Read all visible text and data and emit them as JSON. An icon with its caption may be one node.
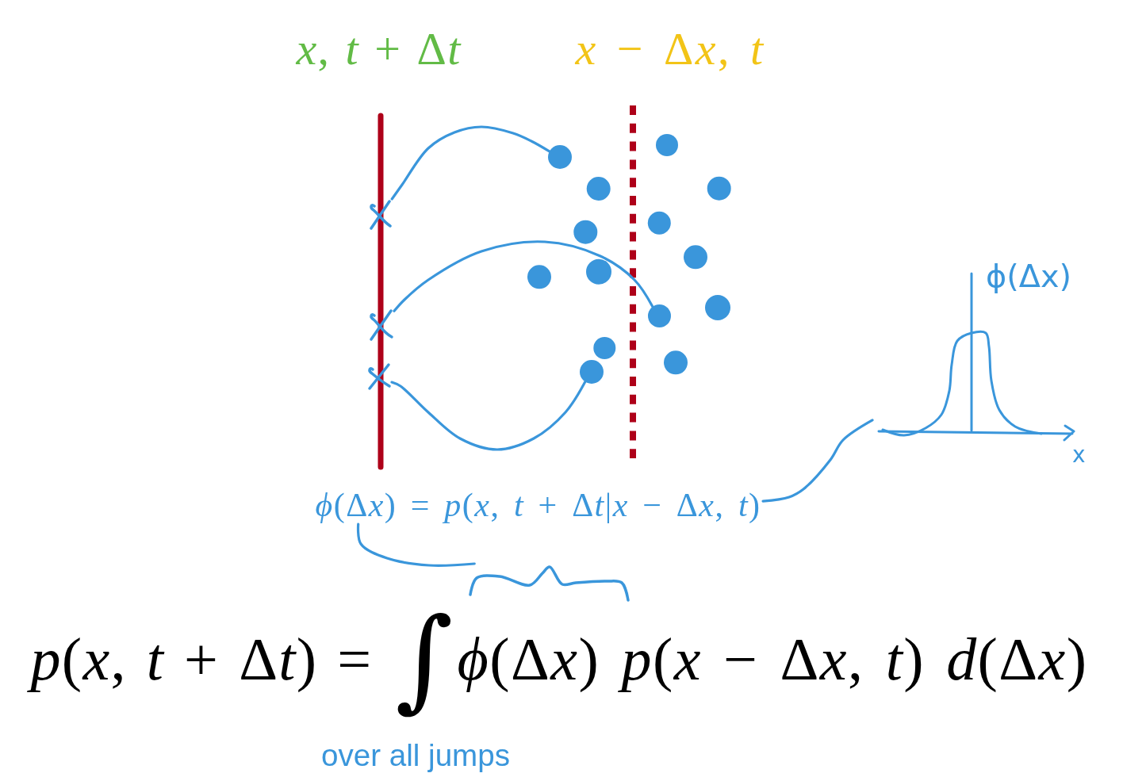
{
  "diagram": {
    "nodes": [
      {
        "text": [],
        "shape": "cross"
      },
      {
        "text": [],
        "shape": "cross"
      },
      {
        "text": [],
        "shape": "cross"
      },
      {
        "text": [],
        "shape": "circle"
      },
      {
        "text": [],
        "shape": "circle"
      },
      {
        "text": [],
        "shape": "circle"
      },
      {
        "text": [
          "ϕ(Δx)",
          "x"
        ]
      },
      {
        "text": [
          "ϕ(Δx) = p(x, t + Δt|x − Δx, t)"
        ]
      },
      {
        "text": [],
        "shape": "brace"
      }
    ],
    "edges": [
      {
        "from": 3,
        "to": 0,
        "arrow": "none"
      },
      {
        "from": 4,
        "to": 1,
        "arrow": "none"
      },
      {
        "from": 5,
        "to": 2,
        "arrow": "none"
      },
      {
        "from": 7,
        "to": 8,
        "arrow": "none"
      },
      {
        "from": 7,
        "to": 6,
        "arrow": "none"
      }
    ],
    "labels": [
      "x, t + Δt",
      "x − Δx, t",
      "p(x, t + Δt) =",
      "∫",
      "ϕ(Δx) p(x − Δx, t) d(Δx)",
      "over all jumps"
    ]
  }
}
